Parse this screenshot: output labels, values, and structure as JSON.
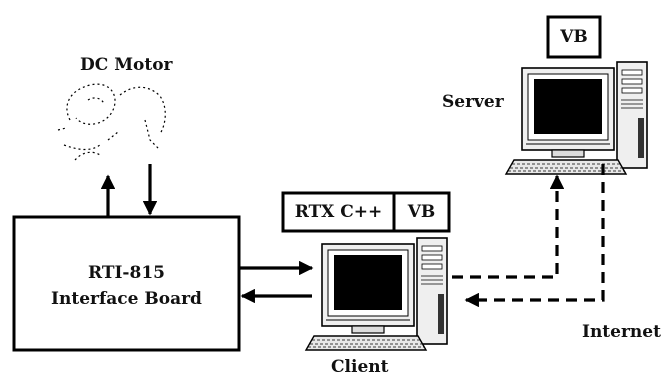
{
  "labels": {
    "dc_motor": "DC Motor",
    "server": "Server",
    "client": "Client",
    "internet": "Internet",
    "board_line1": "RTI-815",
    "board_line2": "Interface Board",
    "server_software": "VB",
    "client_software_1": "RTX C++",
    "client_software_2": "VB"
  },
  "colors": {
    "stroke": "#000000",
    "screen": "#000000",
    "computer_body": "#f2f2f2",
    "background": "#ffffff"
  },
  "icons": {
    "motor": "dc-motor-sketch",
    "server_pc": "desktop-computer-icon",
    "client_pc": "desktop-computer-icon"
  }
}
